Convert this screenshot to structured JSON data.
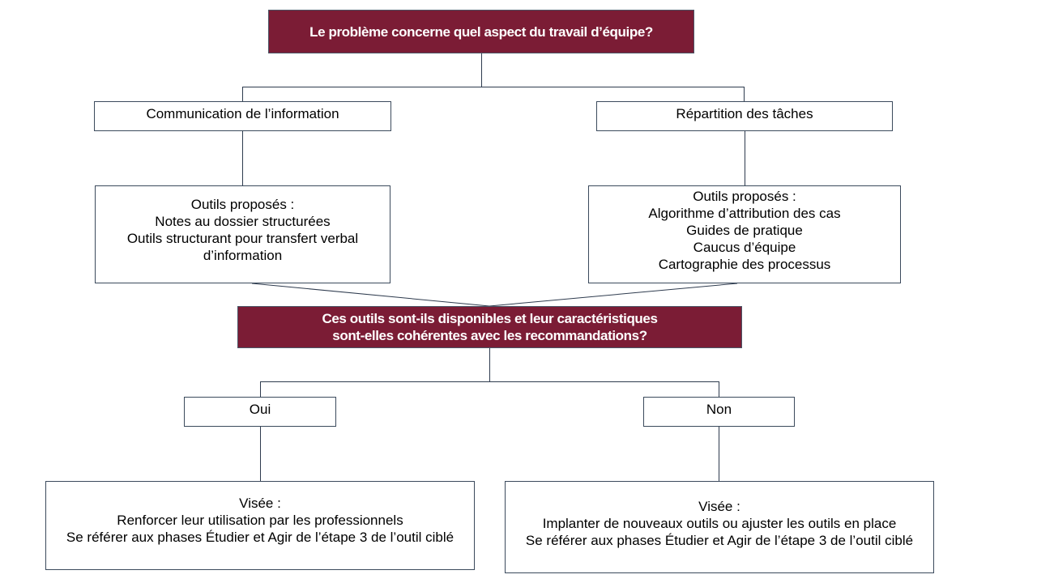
{
  "diagram": {
    "question_1": "Le problème concerne quel aspect du travail d’équipe?",
    "categories": {
      "left": "Communication de l’information",
      "right": "Répartition des tâches"
    },
    "tools_left": {
      "heading": "Outils proposés :",
      "lines": [
        "Notes au dossier structurées",
        "Outils structurant pour transfert verbal",
        "d’information"
      ]
    },
    "tools_right": {
      "heading": "Outils proposés :",
      "lines": [
        "Algorithme d’attribution des cas",
        "Guides de pratique",
        "Caucus d’équipe",
        "Cartographie des processus"
      ]
    },
    "question_2": {
      "lines": [
        "Ces outils sont-ils disponibles et leur caractéristiques",
        "sont-elles cohérentes avec les recommandations?"
      ]
    },
    "answers": {
      "yes": "Oui",
      "no": "Non"
    },
    "aim_yes": {
      "heading": "Visée :",
      "lines": [
        "Renforcer leur utilisation par les professionnels",
        "Se référer aux phases Étudier et Agir de l’étape 3 de l’outil ciblé"
      ]
    },
    "aim_no": {
      "heading": "Visée :",
      "lines": [
        "Implanter de nouveaux outils ou ajuster les outils en place",
        "Se référer aux phases Étudier et Agir de l’étape 3 de l’outil ciblé"
      ]
    }
  },
  "colors": {
    "question_fill": "#7b1c35",
    "question_text": "#ffffff",
    "box_border": "#3b4a5c",
    "connector": "#2e3b4e"
  }
}
